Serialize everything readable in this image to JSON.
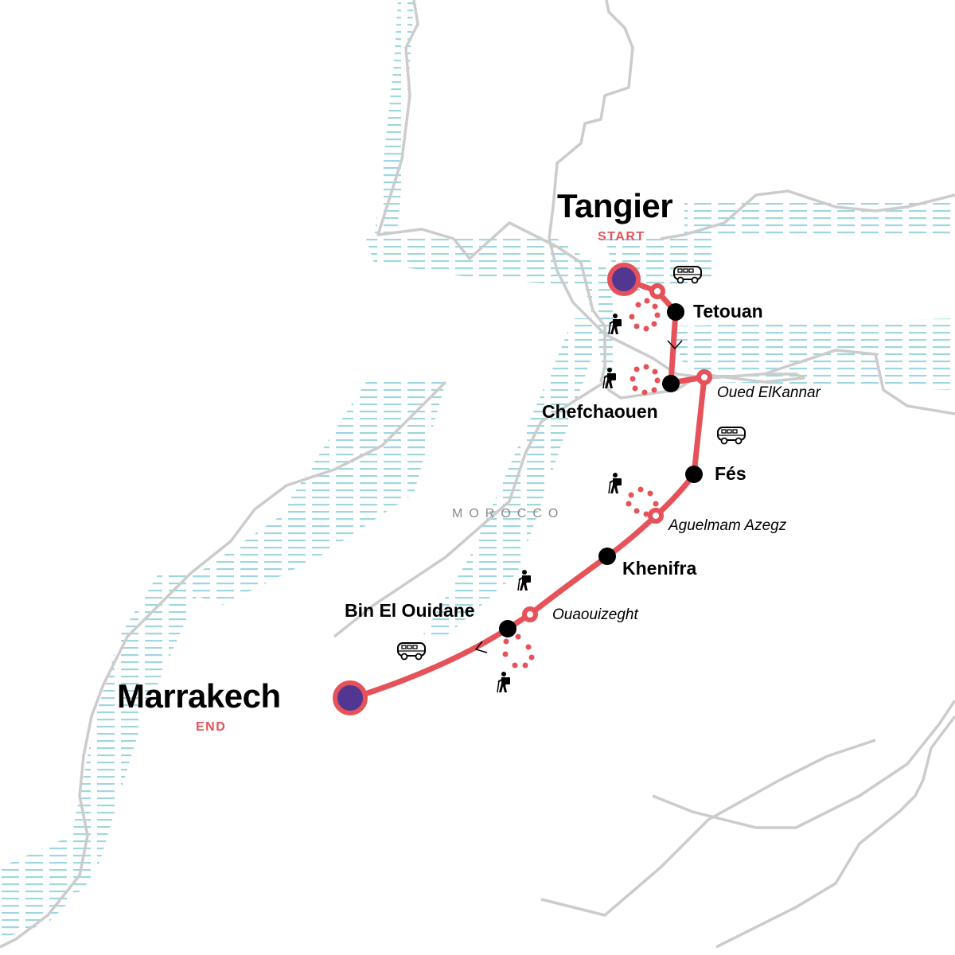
{
  "map": {
    "country_label": "MOROCCO",
    "colors": {
      "route": "#e5525a",
      "endpoint_fill": "#523792",
      "stop": "#000000",
      "border": "#cccccc",
      "water_hatch": "#9fd6df",
      "tag": "#e5525a"
    },
    "start": {
      "name": "Tangier",
      "tag": "START"
    },
    "end": {
      "name": "Marrakech",
      "tag": "END"
    },
    "stops": [
      {
        "name": "Tetouan",
        "type": "overnight"
      },
      {
        "name": "Chefchaouen",
        "type": "overnight"
      },
      {
        "name": "Oued ElKannar",
        "type": "waypoint"
      },
      {
        "name": "Fés",
        "type": "overnight"
      },
      {
        "name": "Aguelmam Azegz",
        "type": "waypoint"
      },
      {
        "name": "Khenifra",
        "type": "overnight"
      },
      {
        "name": "Ouaouizeght",
        "type": "waypoint"
      },
      {
        "name": "Bin El Ouidane",
        "type": "overnight"
      }
    ],
    "icons": [
      {
        "type": "bus-icon",
        "near": "Tangier"
      },
      {
        "type": "hiker-icon",
        "near": "Tetouan"
      },
      {
        "type": "hiker-icon",
        "near": "Chefchaouen"
      },
      {
        "type": "bus-icon",
        "near": "Oued ElKannar"
      },
      {
        "type": "hiker-icon",
        "near": "Aguelmam Azegz"
      },
      {
        "type": "hiker-icon",
        "near": "Ouaouizeght"
      },
      {
        "type": "hiker-icon",
        "near": "Bin El Ouidane"
      },
      {
        "type": "bus-icon",
        "near": "Bin El Ouidane"
      }
    ]
  }
}
